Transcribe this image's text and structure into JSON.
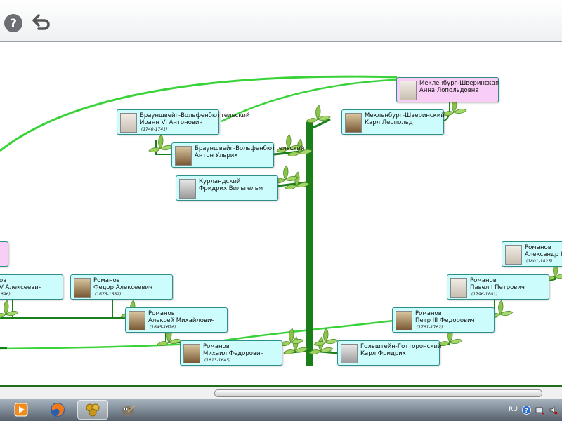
{
  "toolbar": {
    "help_icon": "question-mark-icon",
    "back_icon": "undo-arrow-icon"
  },
  "colors": {
    "branch": "#1a7f1a",
    "link": "#39d339",
    "node_fill": "#ccfcfc",
    "node_fill_female": "#f8cdf6",
    "node_border": "#2e8f88",
    "leaf": "#8bc34a"
  },
  "nodes": {
    "anna": {
      "line1": "Мекленбург-Шверинская",
      "line2": "Анна Лопольдовна",
      "years": ""
    },
    "ioann": {
      "line1": "Брауншвейг-Вольфенбюттельский",
      "line2": "Иоанн VI Антонович",
      "years": "(1740-1741)"
    },
    "karl_leopold": {
      "line1": "Мекленбург-Шверинский",
      "line2": "Карл Леопольд",
      "years": ""
    },
    "anton": {
      "line1": "Брауншвейг-Вольфенбюттельский",
      "line2": "Антон Ульрих",
      "years": ""
    },
    "friedrich": {
      "line1": "Курландский",
      "line2": "Фридрих Вильгельм",
      "years": ""
    },
    "alexander": {
      "line1": "Романов",
      "line2": "Александр I П",
      "years": "(1801-1825)"
    },
    "ivan": {
      "line1": "ов",
      "line2": "V Алексеевич",
      "years": "696)"
    },
    "fedor": {
      "line1": "Романов",
      "line2": "Федор Алексеевич",
      "years": "(1676-1682)"
    },
    "pavel": {
      "line1": "Романов",
      "line2": "Павел I Петрович",
      "years": "(1796-1801)"
    },
    "aleksei": {
      "line1": "Романов",
      "line2": "Алексей Михайлович",
      "years": "(1645-1676)"
    },
    "petr": {
      "line1": "Романов",
      "line2": "Петр III Федорович",
      "years": "(1761-1762)"
    },
    "mikhail": {
      "line1": "Романов",
      "line2": "Михаил Федорович",
      "years": "(1613-1645)"
    },
    "karl_friedrich": {
      "line1": "Гольштейн-Готторонский",
      "line2": "Карл Фридрих",
      "years": ""
    }
  },
  "taskbar": {
    "apps": [
      {
        "name": "media-player-icon"
      },
      {
        "name": "firefox-icon"
      },
      {
        "name": "family-tree-app-icon",
        "active": true
      },
      {
        "name": "gimp-icon"
      }
    ],
    "language": "RU"
  }
}
